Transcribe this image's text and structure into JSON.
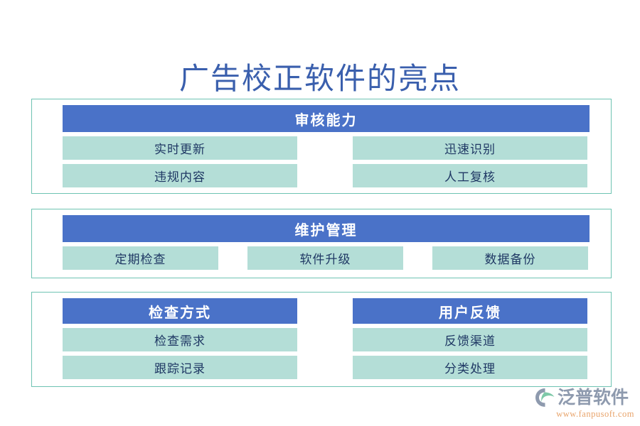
{
  "title": "广告校正软件的亮点",
  "colors": {
    "title_text": "#3A5FAD",
    "header_bar": "#4A72C8",
    "cell_bg": "#B4DED7",
    "cell_text": "#1F3864",
    "section_border": "#6EC3B2",
    "page_bg": "#FFFFFF",
    "logo_text": "#8E9AAE",
    "logo_url": "#E8A36A"
  },
  "sections": [
    {
      "id": "section-1",
      "header": "审核能力",
      "layout": "two-column-two-row",
      "cells": [
        [
          "实时更新",
          "迅速识别"
        ],
        [
          "违规内容",
          "人工复核"
        ]
      ]
    },
    {
      "id": "section-2",
      "header": "维护管理",
      "layout": "three-column",
      "cells": [
        "定期检查",
        "软件升级",
        "数据备份"
      ]
    },
    {
      "id": "section-3",
      "layout": "two-panel",
      "panels": [
        {
          "header": "检查方式",
          "cells": [
            "检查需求",
            "跟踪记录"
          ]
        },
        {
          "header": "用户反馈",
          "cells": [
            "反馈渠道",
            "分类处理"
          ]
        }
      ]
    }
  ],
  "logo": {
    "name": "泛普软件",
    "url": "www.fanpusoft.com",
    "mark": "swoosh-circle-icon"
  }
}
